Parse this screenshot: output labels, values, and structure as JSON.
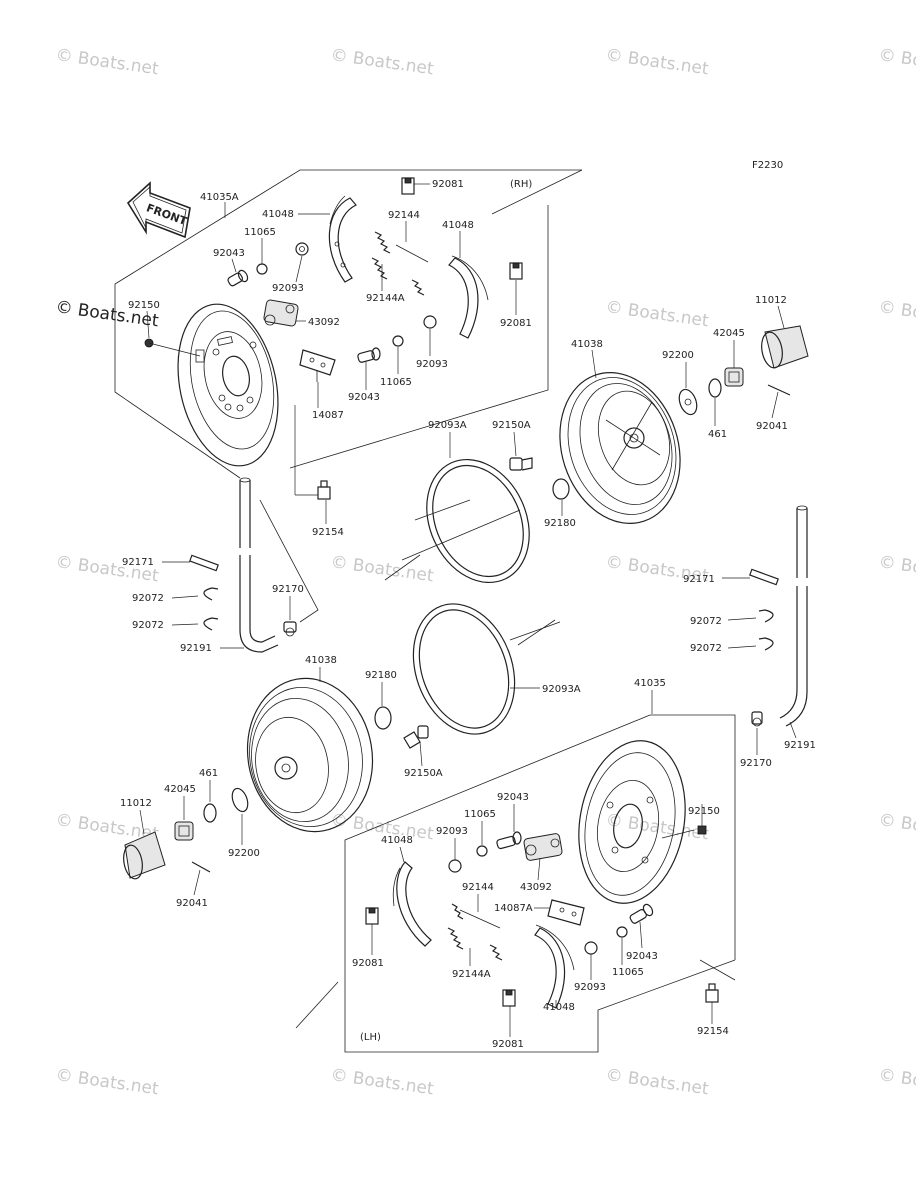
{
  "diagram_code": "F2230",
  "front_label": "FRONT",
  "side_right": "(RH)",
  "side_left": "(LH)",
  "watermark": "© Boats.net",
  "labels": {
    "p41035A": "41035A",
    "p41048_a": "41048",
    "p11065_a": "11065",
    "p92043_a": "92043",
    "p92150_a": "92150",
    "p92081_a": "92081",
    "p92144_a": "92144",
    "p41048_b": "41048",
    "p92093_a": "92093",
    "p92144A_a": "92144A",
    "p43092_a": "43092",
    "p92081_b": "92081",
    "p92093_b": "92093",
    "p11065_b": "11065",
    "p92043_b": "92043",
    "p14087": "14087",
    "p41038_a": "41038",
    "p92200_a": "92200",
    "p42045_a": "42045",
    "p11012_a": "11012",
    "p461_a": "461",
    "p92041_a": "92041",
    "p92093A_a": "92093A",
    "p92150A_a": "92150A",
    "p92180_a": "92180",
    "p92154_a": "92154",
    "p92171_a": "92171",
    "p92072_a": "92072",
    "p92072_b": "92072",
    "p92170_a": "92170",
    "p92191_a": "92191",
    "p41038_b": "41038",
    "p92180_b": "92180",
    "p92093A_b": "92093A",
    "p92150A_b": "92150A",
    "p11012_b": "11012",
    "p42045_b": "42045",
    "p461_b": "461",
    "p92200_b": "92200",
    "p92041_b": "92041",
    "p41035": "41035",
    "p92171_b": "92171",
    "p92072_c": "92072",
    "p92072_d": "92072",
    "p92191_b": "92191",
    "p92170_b": "92170",
    "p92150_b": "92150",
    "p92043_c": "92043",
    "p11065_c": "11065",
    "p92093_c": "92093",
    "p41048_c": "41048",
    "p43092_b": "43092",
    "p92144_b": "92144",
    "p14087A": "14087A",
    "p92043_d": "92043",
    "p92081_c": "92081",
    "p92144A_b": "92144A",
    "p92093_d": "92093",
    "p11065_d": "11065",
    "p92154_b": "92154",
    "p92081_d": "92081",
    "p41048_d": "41048"
  }
}
